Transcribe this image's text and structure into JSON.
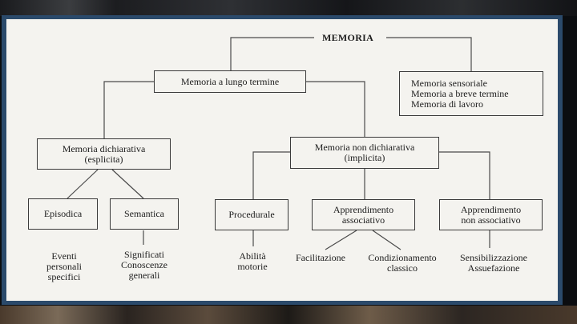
{
  "diagram": {
    "title": "MEMORIA",
    "long_term": "Memoria a lungo termine",
    "short_terms": "Memoria sensoriale\nMemoria a breve termine\nMemoria di lavoro",
    "declarative": "Memoria dichiarativa\n(esplicita)",
    "non_declarative": "Memoria non dichiarativa\n(implicita)",
    "episodic": "Episodica",
    "semantic": "Semantica",
    "procedural": "Procedurale",
    "associative": "Apprendimento\nassociativo",
    "non_associative": "Apprendimento\nnon associativo",
    "episodic_examples": "Eventi\npersonali\nspecifici",
    "semantic_examples": "Significati\nConoscenze\ngenerali",
    "procedural_examples": "Abilità\nmotorie",
    "facilitation": "Facilitazione",
    "conditioning": "Condizionamento\nclassico",
    "non_associative_examples": "Sensibilizzazione\nAssuefazione"
  }
}
